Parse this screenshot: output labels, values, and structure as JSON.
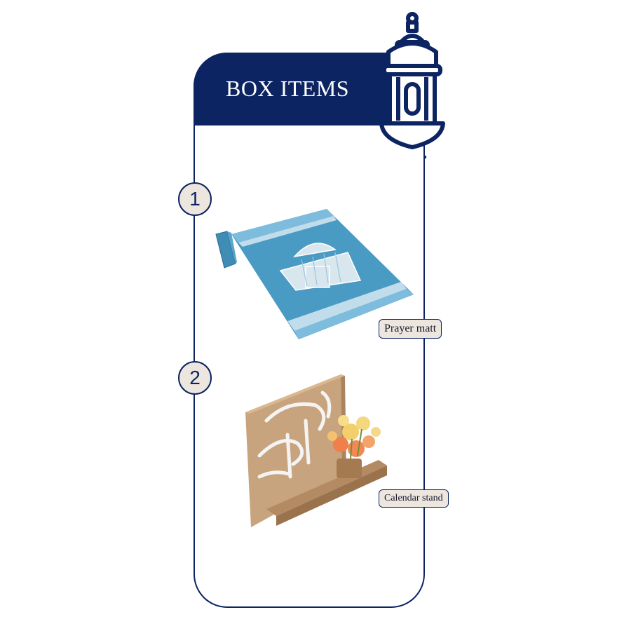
{
  "header": {
    "title": "BOX ITEMS",
    "icon": "lantern-icon"
  },
  "colors": {
    "navy": "#0c2461",
    "badge_fill": "#ece6df",
    "mat_blue": "#4a9bc4",
    "wood": "#c8a47e"
  },
  "items": [
    {
      "number": "1",
      "label": "Prayer matt",
      "image": "prayer-mat-image"
    },
    {
      "number": "2",
      "label": "Calendar stand",
      "image": "calendar-stand-image"
    }
  ]
}
